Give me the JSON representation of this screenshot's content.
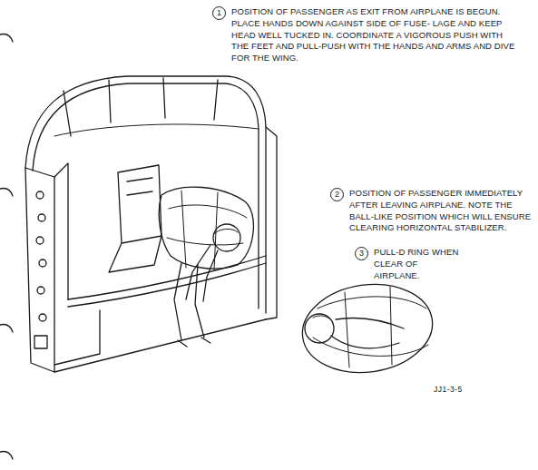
{
  "diagram": {
    "nodes": [
      {
        "text": [
          "1",
          "POSITION OF PASSENGER AS EXIT FROM AIRPLANE IS BEGUN. PLACE HANDS DOWN AGAINST SIDE OF FUSE- LAGE AND KEEP HEAD WELL TUCKED IN. COORDINATE A VIGOROUS PUSH WITH THE FEET AND PULL-PUSH WITH THE HANDS AND ARMS AND DIVE FOR THE WING."
        ]
      },
      {
        "text": [
          "2",
          "POSITION OF PASSENGER IMMEDIATELY AFTER LEAVING AIRPLANE. NOTE THE BALL-LIKE POSITION WHICH WILL ENSURE CLEARING HORIZONTAL STABILIZER."
        ]
      },
      {
        "text": [
          "3",
          "PULL-D RING WHEN CLEAR OF AIRPLANE."
        ]
      }
    ],
    "labels": [
      "JJ1-3-5"
    ]
  }
}
